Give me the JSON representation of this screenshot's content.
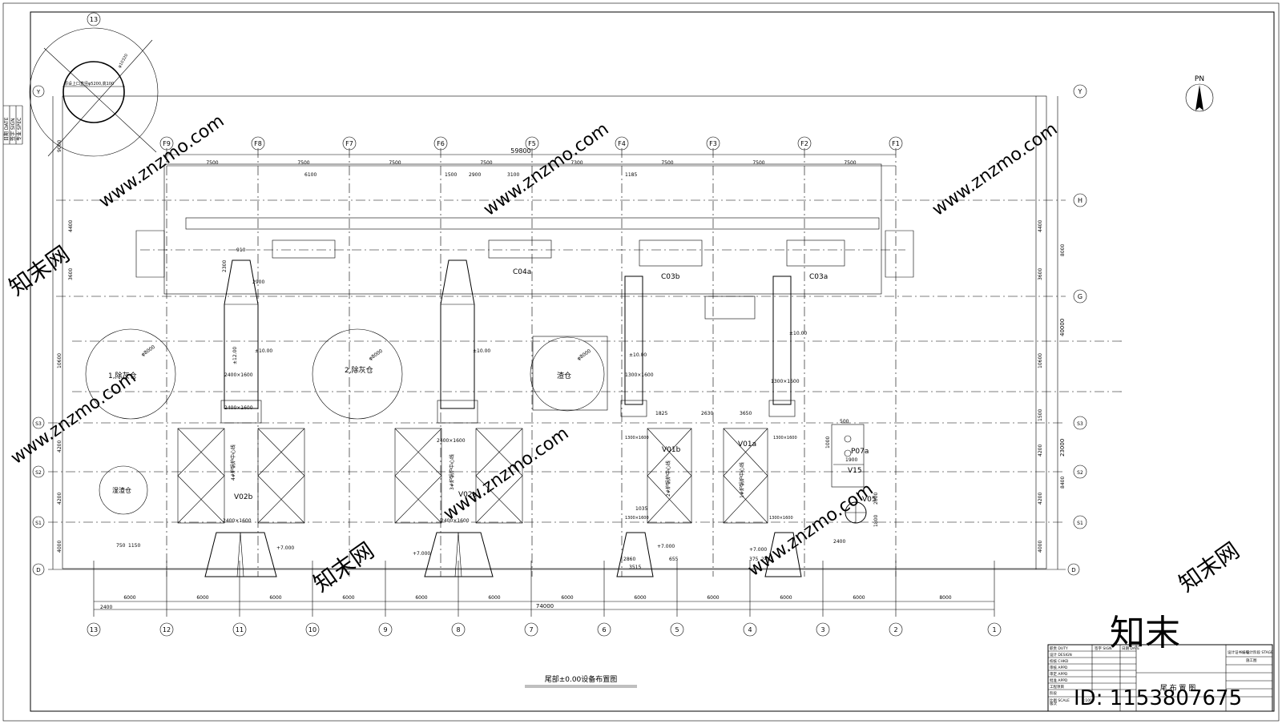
{
  "title": "尾部±0.00设备布置图",
  "north": "PN",
  "overall_dims": {
    "top": "59800",
    "bottom": "74000",
    "right_a": "40000",
    "right_b": "23000"
  },
  "top_axes": [
    "F9",
    "F8",
    "F7",
    "F6",
    "F5",
    "F4",
    "F3",
    "F2",
    "F1"
  ],
  "top_spacings": [
    "7500",
    "7500",
    "7500",
    "7500",
    "7300",
    "7500",
    "7500",
    "7500"
  ],
  "bottom_axes": [
    "13",
    "12",
    "11",
    "10",
    "9",
    "8",
    "7",
    "6",
    "5",
    "4",
    "3",
    "2",
    "1"
  ],
  "bottom_spacings": [
    "6000",
    "6000",
    "6000",
    "6000",
    "6000",
    "6000",
    "6000",
    "6000",
    "6000",
    "6000",
    "6000",
    "8000"
  ],
  "right_axes": [
    "H",
    "G",
    "S3",
    "S2",
    "S1",
    "D"
  ],
  "left_axes": [
    "Y",
    "S3",
    "S2",
    "S1",
    "D"
  ],
  "circle_axis": "13",
  "right_y_axis": "Y",
  "left_dims": [
    "9000",
    "4400",
    "3600",
    "10600",
    "4200",
    "4200",
    "4000"
  ],
  "right_dims": [
    "4400",
    "3600",
    "10600",
    "1500",
    "4200",
    "4200",
    "4000",
    "8000",
    "8400"
  ],
  "labels": {
    "silo1": "1,除灰仓",
    "silo2": "2,除灰仓",
    "silo3": "渣仓",
    "silo4": "湿渣仓",
    "dia": "φ8000",
    "dia_small": "φ10320",
    "v02b": "V02b",
    "v02a": "V02a",
    "v01b": "V01b",
    "v01a": "V01a",
    "c04a": "C04a",
    "c03b": "C03b",
    "c03a": "C03a",
    "p07a": "P07a",
    "v15": "V15",
    "v05": "V05",
    "elev_plus7": "+7.000",
    "elev_plus10": "±10.00",
    "elev_plus12": "±12.00",
    "duct_2400": "2400×1600",
    "duct_1300": "1300×1600",
    "furnace4": "4#炉锅炉中心线",
    "furnace3": "3#炉锅炉中心线",
    "furnace2": "2#炉锅炉中心线",
    "furnace1": "1#炉锅炉中心线",
    "circle_note": "原设上口直径φ5200,高100",
    "misc_dims": [
      "1185",
      "6100",
      "1500",
      "2900",
      "3100",
      "910",
      "2300",
      "2900",
      "1825",
      "2630",
      "3650",
      "3515",
      "655",
      "2860",
      "2400",
      "1900",
      "1000",
      "500",
      "2000",
      "1800",
      "750",
      "1150",
      "2400",
      "1035",
      "375",
      "2485"
    ]
  },
  "title_block": {
    "rows": [
      "职责 DUTY",
      "设计 DESIGN",
      "校核 CHKD",
      "审核 APPD",
      "审定 APPD",
      "批准 APPD",
      "工程项目",
      "阶段",
      "版次"
    ],
    "sign": "签字 SIGN",
    "date": "日期 DATE",
    "proj": "设计阶段 STAGE",
    "stage": "施工图",
    "scale": "比例 SCALE",
    "scale_val": "1:100",
    "drawing_name": "尾        布  置  图",
    "company": "设计证书编号:"
  },
  "side_strip": [
    "日期 DATE",
    "签字 SIGN",
    "专业 SPEC"
  ],
  "watermark": {
    "site": "www.znzmo.com",
    "brand": "知末网",
    "logo": "知末",
    "id": "ID: 1153807675"
  }
}
